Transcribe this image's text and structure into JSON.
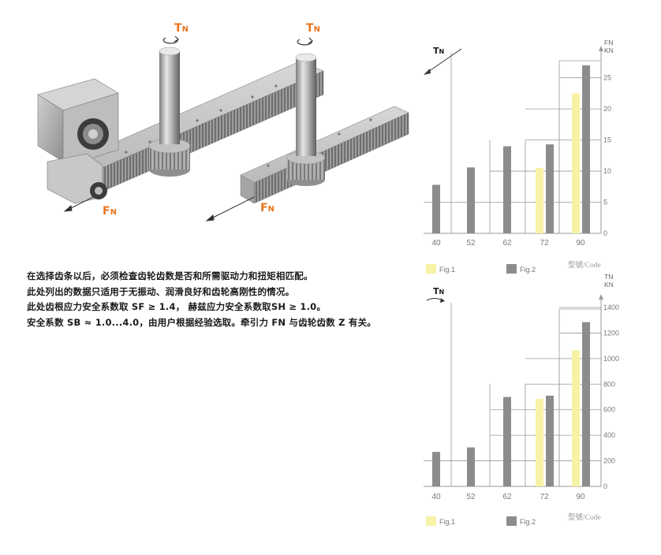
{
  "illustration": {
    "torque_label": "T",
    "torque_sub": "N",
    "force_label": "F",
    "force_sub": "N",
    "accent_color": "#e8761e"
  },
  "notes": [
    "在选择齿条以后，必须检查齿轮齿数是否和所需驱动力和扭矩相匹配。",
    "此处列出的数据只适用于无振动、润滑良好和齿轮高刚性的情况。",
    "此处齿根应力安全系数取 SF ≥ 1.4， 赫兹应力安全系数取SH ≥ 1.0。",
    "安全系数 SB ≈ 1.0...4.0，由用户根据经验选取。牵引力 FN 与齿轮齿数 Z 有关。"
  ],
  "colors": {
    "fig1": "#f7f3a6",
    "fig2": "#8c8c8c",
    "grid": "#9a9a9a"
  },
  "chart_data": [
    {
      "type": "bar",
      "corner_label": "T",
      "corner_sub": "N",
      "unit_top": "FN",
      "unit_bottom": "KN",
      "xlabel": "型號/Code",
      "categories": [
        "40",
        "52",
        "62",
        "72",
        "90"
      ],
      "yticks": [
        "0",
        "5",
        "10",
        "15",
        "20",
        "25"
      ],
      "ylim": [
        0,
        28
      ],
      "series": [
        {
          "name": "Fig.1",
          "values": [
            null,
            null,
            null,
            10.5,
            22.5
          ]
        },
        {
          "name": "Fig.2",
          "values": [
            7.8,
            10.6,
            14.0,
            14.3,
            27.0
          ]
        }
      ]
    },
    {
      "type": "bar",
      "corner_label": "T",
      "corner_sub": "N",
      "unit_top": "TN",
      "unit_bottom": "KN",
      "xlabel": "型號/Code",
      "categories": [
        "40",
        "52",
        "62",
        "72",
        "90"
      ],
      "yticks": [
        "0",
        "200",
        "400",
        "600",
        "800",
        "1000",
        "1200",
        "1400"
      ],
      "ylim": [
        0,
        1400
      ],
      "series": [
        {
          "name": "Fig.1",
          "values": [
            null,
            null,
            null,
            685,
            1065
          ]
        },
        {
          "name": "Fig.2",
          "values": [
            270,
            305,
            700,
            710,
            1285
          ]
        }
      ]
    }
  ]
}
